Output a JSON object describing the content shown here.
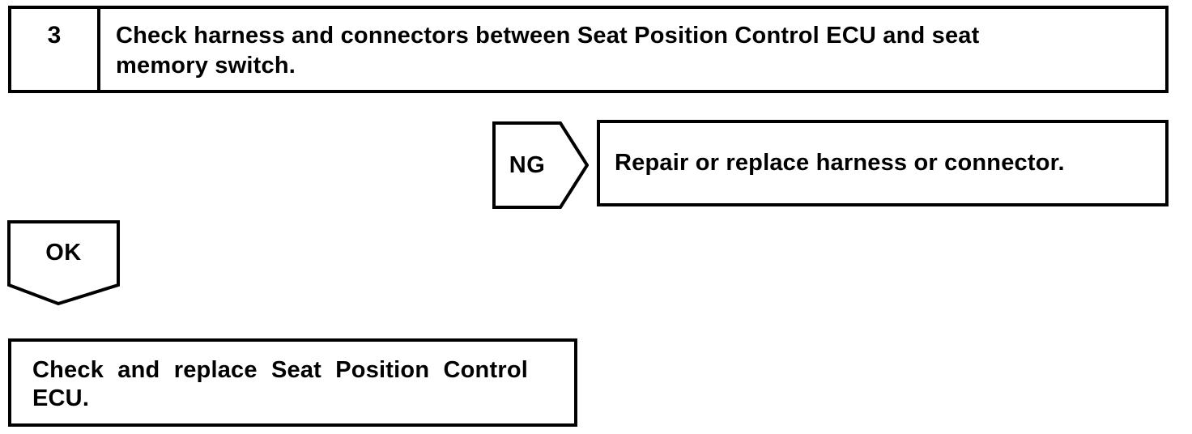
{
  "colors": {
    "ink": "#000000",
    "background": "#ffffff"
  },
  "flowchart": {
    "step": {
      "number": "3",
      "instruction_lines": [
        "Check harness and connectors between Seat Position Control ECU and seat",
        "memory switch."
      ]
    },
    "ng_branch": {
      "label": "NG",
      "action": "Repair or replace harness or connector."
    },
    "ok_branch": {
      "label": "OK",
      "action_lines": [
        "Check and replace Seat Position Control",
        "ECU."
      ]
    }
  }
}
